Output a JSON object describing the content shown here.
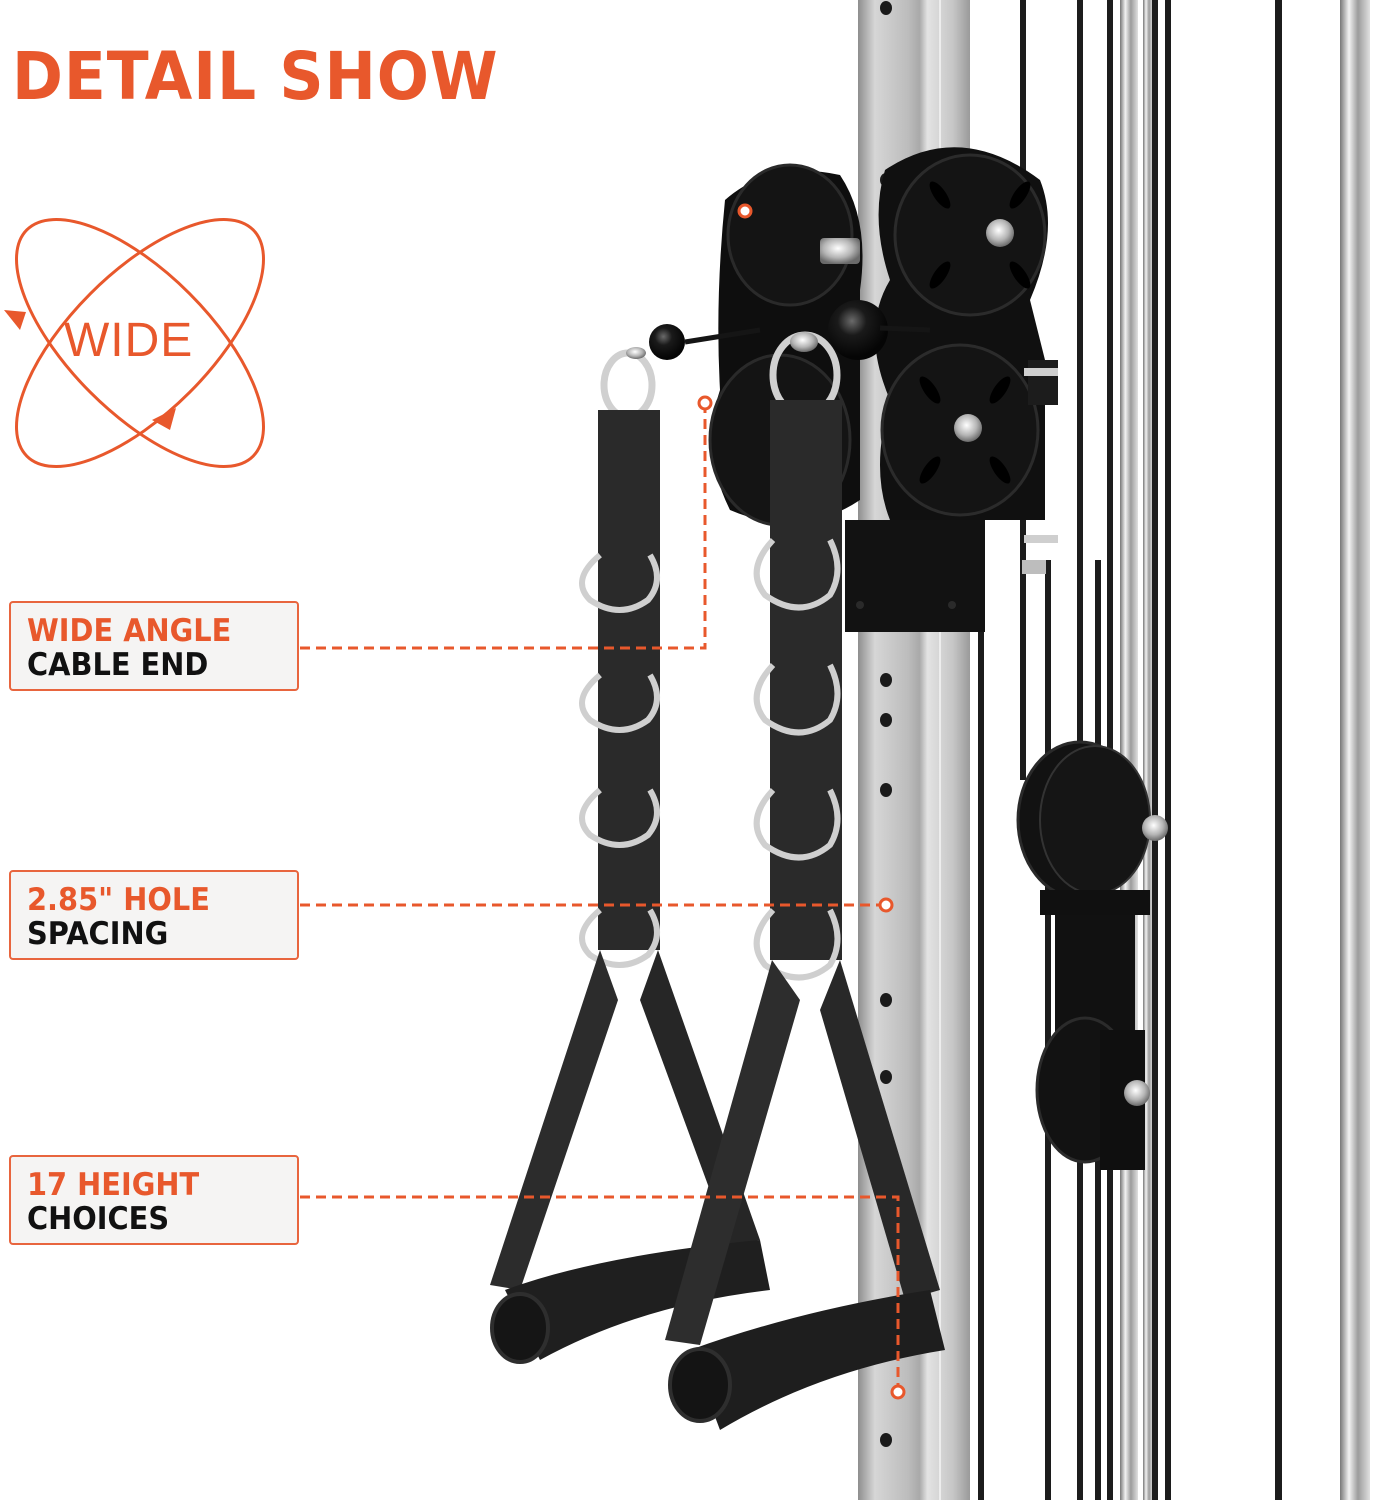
{
  "title": "DETAIL SHOW",
  "emblem": {
    "label": "WIDE",
    "icon": "rotation-orbit-icon"
  },
  "callouts": [
    {
      "line1": "WIDE ANGLE",
      "line2": "CABLE END"
    },
    {
      "line1": "2.85\" HOLE",
      "line2": "SPACING"
    },
    {
      "line1": "17 HEIGHT",
      "line2": "CHOICES"
    }
  ],
  "colors": {
    "accent": "#e8582c",
    "callout_border": "#e8653e",
    "callout_bg": "#f5f4f3",
    "text_dark": "#111111",
    "steel": "#b9b9b9",
    "black_parts": "#111111"
  },
  "product": {
    "components": [
      "steel upright with holes",
      "dual pulley carriage",
      "stirrup handles with D-rings",
      "cable and pulley set",
      "guide rods"
    ]
  }
}
